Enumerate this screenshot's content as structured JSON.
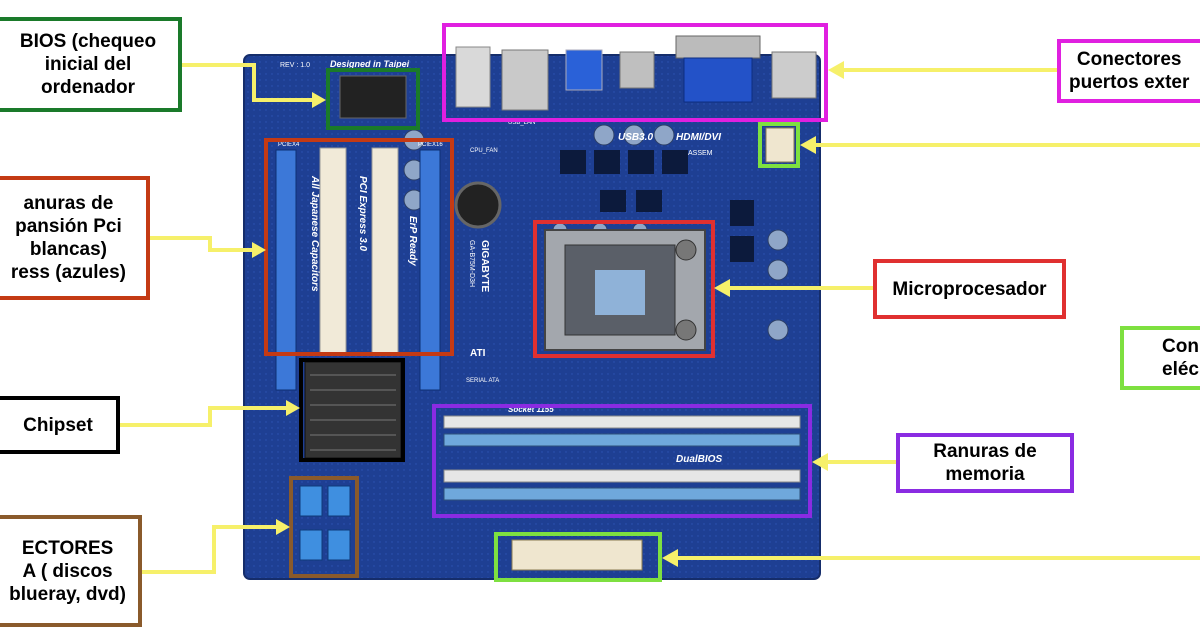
{
  "labels": {
    "bios": "BIOS (chequeo\ninicial del\nordenador",
    "pci_slots": "anuras de\npansión Pci\nblancas)\nress (azules)",
    "chipset": "Chipset",
    "sata": "ECTORES\nA ( discos\nblueray, dvd)",
    "external_ports": "Conectores\npuertos exter",
    "microprocessor": "Microprocesador",
    "power": "Con\neléc",
    "memory_slots": "Ranuras de\nmemoria"
  },
  "board_text": {
    "designed": "Designed in Taipei",
    "rev": "REV : 1.0",
    "capacitors": "All Japanese Capacitors",
    "pci_express": "PCI Express 3.0",
    "erp": "ErP Ready",
    "brand": "GIGABYTE",
    "model": "GA-B75M-D3H",
    "usb3": "USB3.0",
    "hdmi": "HDMI/DVI",
    "dualbios": "DualBIOS",
    "socket": "Socket 1155",
    "assem": "ASSEM",
    "ati": "ATI",
    "sata": "SERIAL ATA",
    "pciex4": "PCIEX4",
    "pciex16": "PCIEX16",
    "cpu_fan": "CPU_FAN",
    "usb_lan": "USB_LAN"
  },
  "colors": {
    "board": "#1e3f93",
    "bios_box": "#1a7a2a",
    "pci_box": "#c43a14",
    "chipset_box": "#000000",
    "sata_box": "#8a5a2b",
    "ports_box": "#e020e0",
    "cpu_box": "#e03030",
    "memory_box": "#8a2be2",
    "power_box": "#7ee040",
    "arrow": "#f6f06a"
  }
}
